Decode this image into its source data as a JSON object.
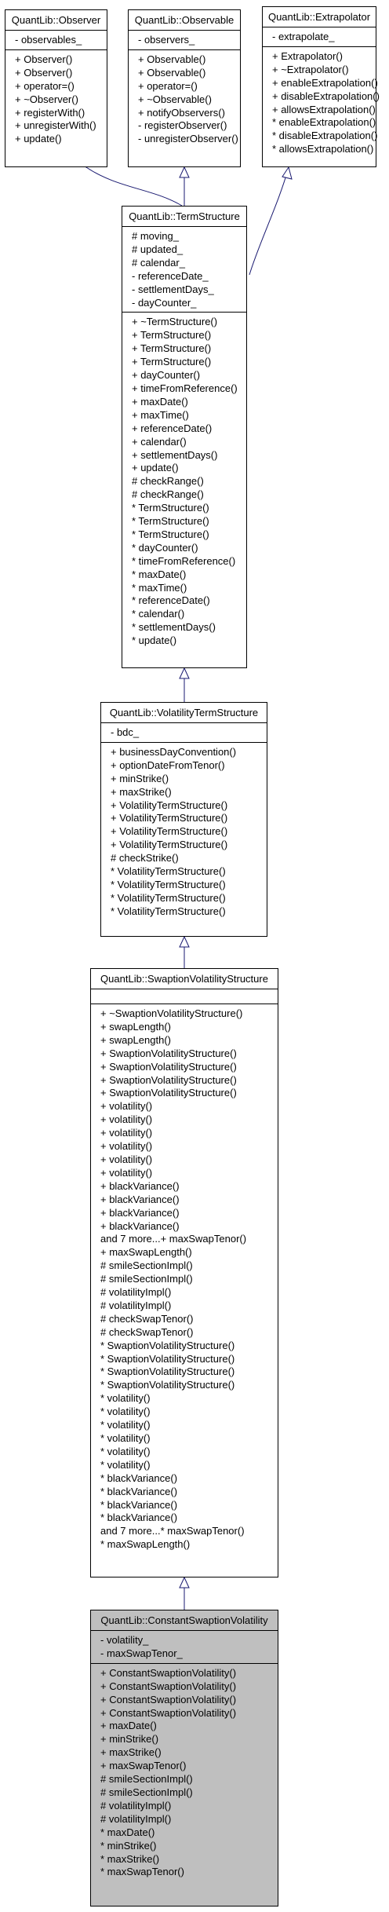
{
  "observer": {
    "title": "QuantLib::Observer",
    "attributes": [
      "- observables_"
    ],
    "methods": [
      "+ Observer()",
      "+ Observer()",
      "+ operator=()",
      "+ ~Observer()",
      "+ registerWith()",
      "+ unregisterWith()",
      "+ update()"
    ]
  },
  "observable": {
    "title": "QuantLib::Observable",
    "attributes": [
      "- observers_"
    ],
    "methods": [
      "+ Observable()",
      "+ Observable()",
      "+ operator=()",
      "+ ~Observable()",
      "+ notifyObservers()",
      "- registerObserver()",
      "- unregisterObserver()"
    ]
  },
  "extrapolator": {
    "title": "QuantLib::Extrapolator",
    "attributes": [
      "- extrapolate_"
    ],
    "methods": [
      "+ Extrapolator()",
      "+ ~Extrapolator()",
      "+ enableExtrapolation()",
      "+ disableExtrapolation()",
      "+ allowsExtrapolation()",
      "* enableExtrapolation()",
      "* disableExtrapolation()",
      "* allowsExtrapolation()"
    ]
  },
  "termstructure": {
    "title": "QuantLib::TermStructure",
    "attributes": [
      "# moving_",
      "# updated_",
      "# calendar_",
      "- referenceDate_",
      "- settlementDays_",
      "- dayCounter_"
    ],
    "methods": [
      "+ ~TermStructure()",
      "+ TermStructure()",
      "+ TermStructure()",
      "+ TermStructure()",
      "+ dayCounter()",
      "+ timeFromReference()",
      "+ maxDate()",
      "+ maxTime()",
      "+ referenceDate()",
      "+ calendar()",
      "+ settlementDays()",
      "+ update()",
      "# checkRange()",
      "# checkRange()",
      "* TermStructure()",
      "* TermStructure()",
      "* TermStructure()",
      "* dayCounter()",
      "* timeFromReference()",
      "* maxDate()",
      "* maxTime()",
      "* referenceDate()",
      "* calendar()",
      "* settlementDays()",
      "* update()"
    ]
  },
  "voltermstructure": {
    "title": "QuantLib::VolatilityTermStructure",
    "attributes": [
      "- bdc_"
    ],
    "methods": [
      "+ businessDayConvention()",
      "+ optionDateFromTenor()",
      "+ minStrike()",
      "+ maxStrike()",
      "+ VolatilityTermStructure()",
      "+ VolatilityTermStructure()",
      "+ VolatilityTermStructure()",
      "+ VolatilityTermStructure()",
      "# checkStrike()",
      "* VolatilityTermStructure()",
      "* VolatilityTermStructure()",
      "* VolatilityTermStructure()",
      "* VolatilityTermStructure()"
    ]
  },
  "swaptionvol": {
    "title": "QuantLib::SwaptionVolatilityStructure",
    "attributes": [],
    "methods": [
      "+ ~SwaptionVolatilityStructure()",
      "+ swapLength()",
      "+ swapLength()",
      "+ SwaptionVolatilityStructure()",
      "+ SwaptionVolatilityStructure()",
      "+ SwaptionVolatilityStructure()",
      "+ SwaptionVolatilityStructure()",
      "+ volatility()",
      "+ volatility()",
      "+ volatility()",
      "+ volatility()",
      "+ volatility()",
      "+ volatility()",
      "+ blackVariance()",
      "+ blackVariance()",
      "+ blackVariance()",
      "+ blackVariance()",
      "and 7 more...+ maxSwapTenor()",
      "+ maxSwapLength()",
      "# smileSectionImpl()",
      "# smileSectionImpl()",
      "# volatilityImpl()",
      "# volatilityImpl()",
      "# checkSwapTenor()",
      "# checkSwapTenor()",
      "* SwaptionVolatilityStructure()",
      "* SwaptionVolatilityStructure()",
      "* SwaptionVolatilityStructure()",
      "* SwaptionVolatilityStructure()",
      "* volatility()",
      "* volatility()",
      "* volatility()",
      "* volatility()",
      "* volatility()",
      "* volatility()",
      "* blackVariance()",
      "* blackVariance()",
      "* blackVariance()",
      "* blackVariance()",
      "and 7 more...* maxSwapTenor()",
      "* maxSwapLength()"
    ]
  },
  "constswaptionvol": {
    "title": "QuantLib::ConstantSwaptionVolatility",
    "attributes": [
      "- volatility_",
      "- maxSwapTenor_"
    ],
    "methods": [
      "+ ConstantSwaptionVolatility()",
      "+ ConstantSwaptionVolatility()",
      "+ ConstantSwaptionVolatility()",
      "+ ConstantSwaptionVolatility()",
      "+ maxDate()",
      "+ minStrike()",
      "+ maxStrike()",
      "+ maxSwapTenor()",
      "# smileSectionImpl()",
      "# smileSectionImpl()",
      "# volatilityImpl()",
      "# volatilityImpl()",
      "* maxDate()",
      "* minStrike()",
      "* maxStrike()",
      "* maxSwapTenor()"
    ]
  },
  "colors": {
    "edge": "#191970",
    "current_fill": "#bfbfbf"
  }
}
